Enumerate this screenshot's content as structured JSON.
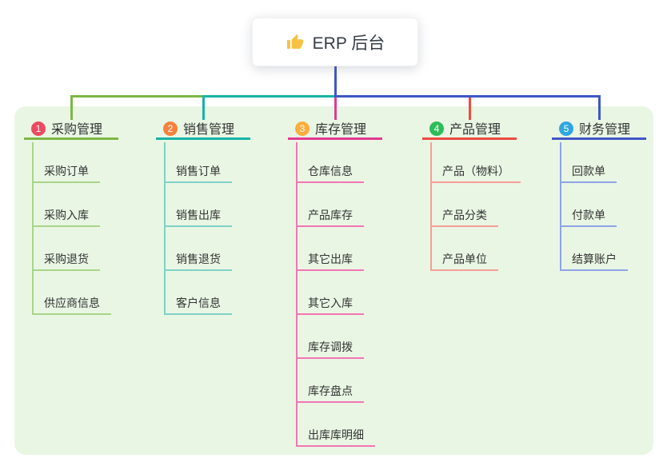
{
  "root": {
    "label": "ERP 后台",
    "icon": "thumbs-up-icon",
    "icon_color": "#f7c244"
  },
  "colors": {
    "panel_bg": "#e9f6e4",
    "text": "#333333"
  },
  "branches": [
    {
      "number": "1",
      "label": "采购管理",
      "badge_color": "#eb4b60",
      "line_color": "#7bb844",
      "sub_line_color": "#a9d587",
      "items": [
        "采购订单",
        "采购入库",
        "采购退货",
        "供应商信息"
      ]
    },
    {
      "number": "2",
      "label": "销售管理",
      "badge_color": "#f5813e",
      "line_color": "#17b3a6",
      "sub_line_color": "#7fd2c8",
      "items": [
        "销售订单",
        "销售出库",
        "销售退货",
        "客户信息"
      ]
    },
    {
      "number": "3",
      "label": "库存管理",
      "badge_color": "#fbae3e",
      "line_color": "#e23a93",
      "sub_line_color": "#f176b4",
      "items": [
        "仓库信息",
        "产品库存",
        "其它出库",
        "其它入库",
        "库存调拨",
        "库存盘点",
        "出库库明细"
      ]
    },
    {
      "number": "4",
      "label": "产品管理",
      "badge_color": "#2ebd5b",
      "line_color": "#ee4b40",
      "sub_line_color": "#f79e97",
      "items": [
        "产品（物料）",
        "产品分类",
        "产品单位"
      ]
    },
    {
      "number": "5",
      "label": "财务管理",
      "badge_color": "#2ea7e0",
      "line_color": "#3f57c7",
      "sub_line_color": "#8fa3e6",
      "items": [
        "回款单",
        "付款单",
        "结算账户"
      ]
    }
  ]
}
